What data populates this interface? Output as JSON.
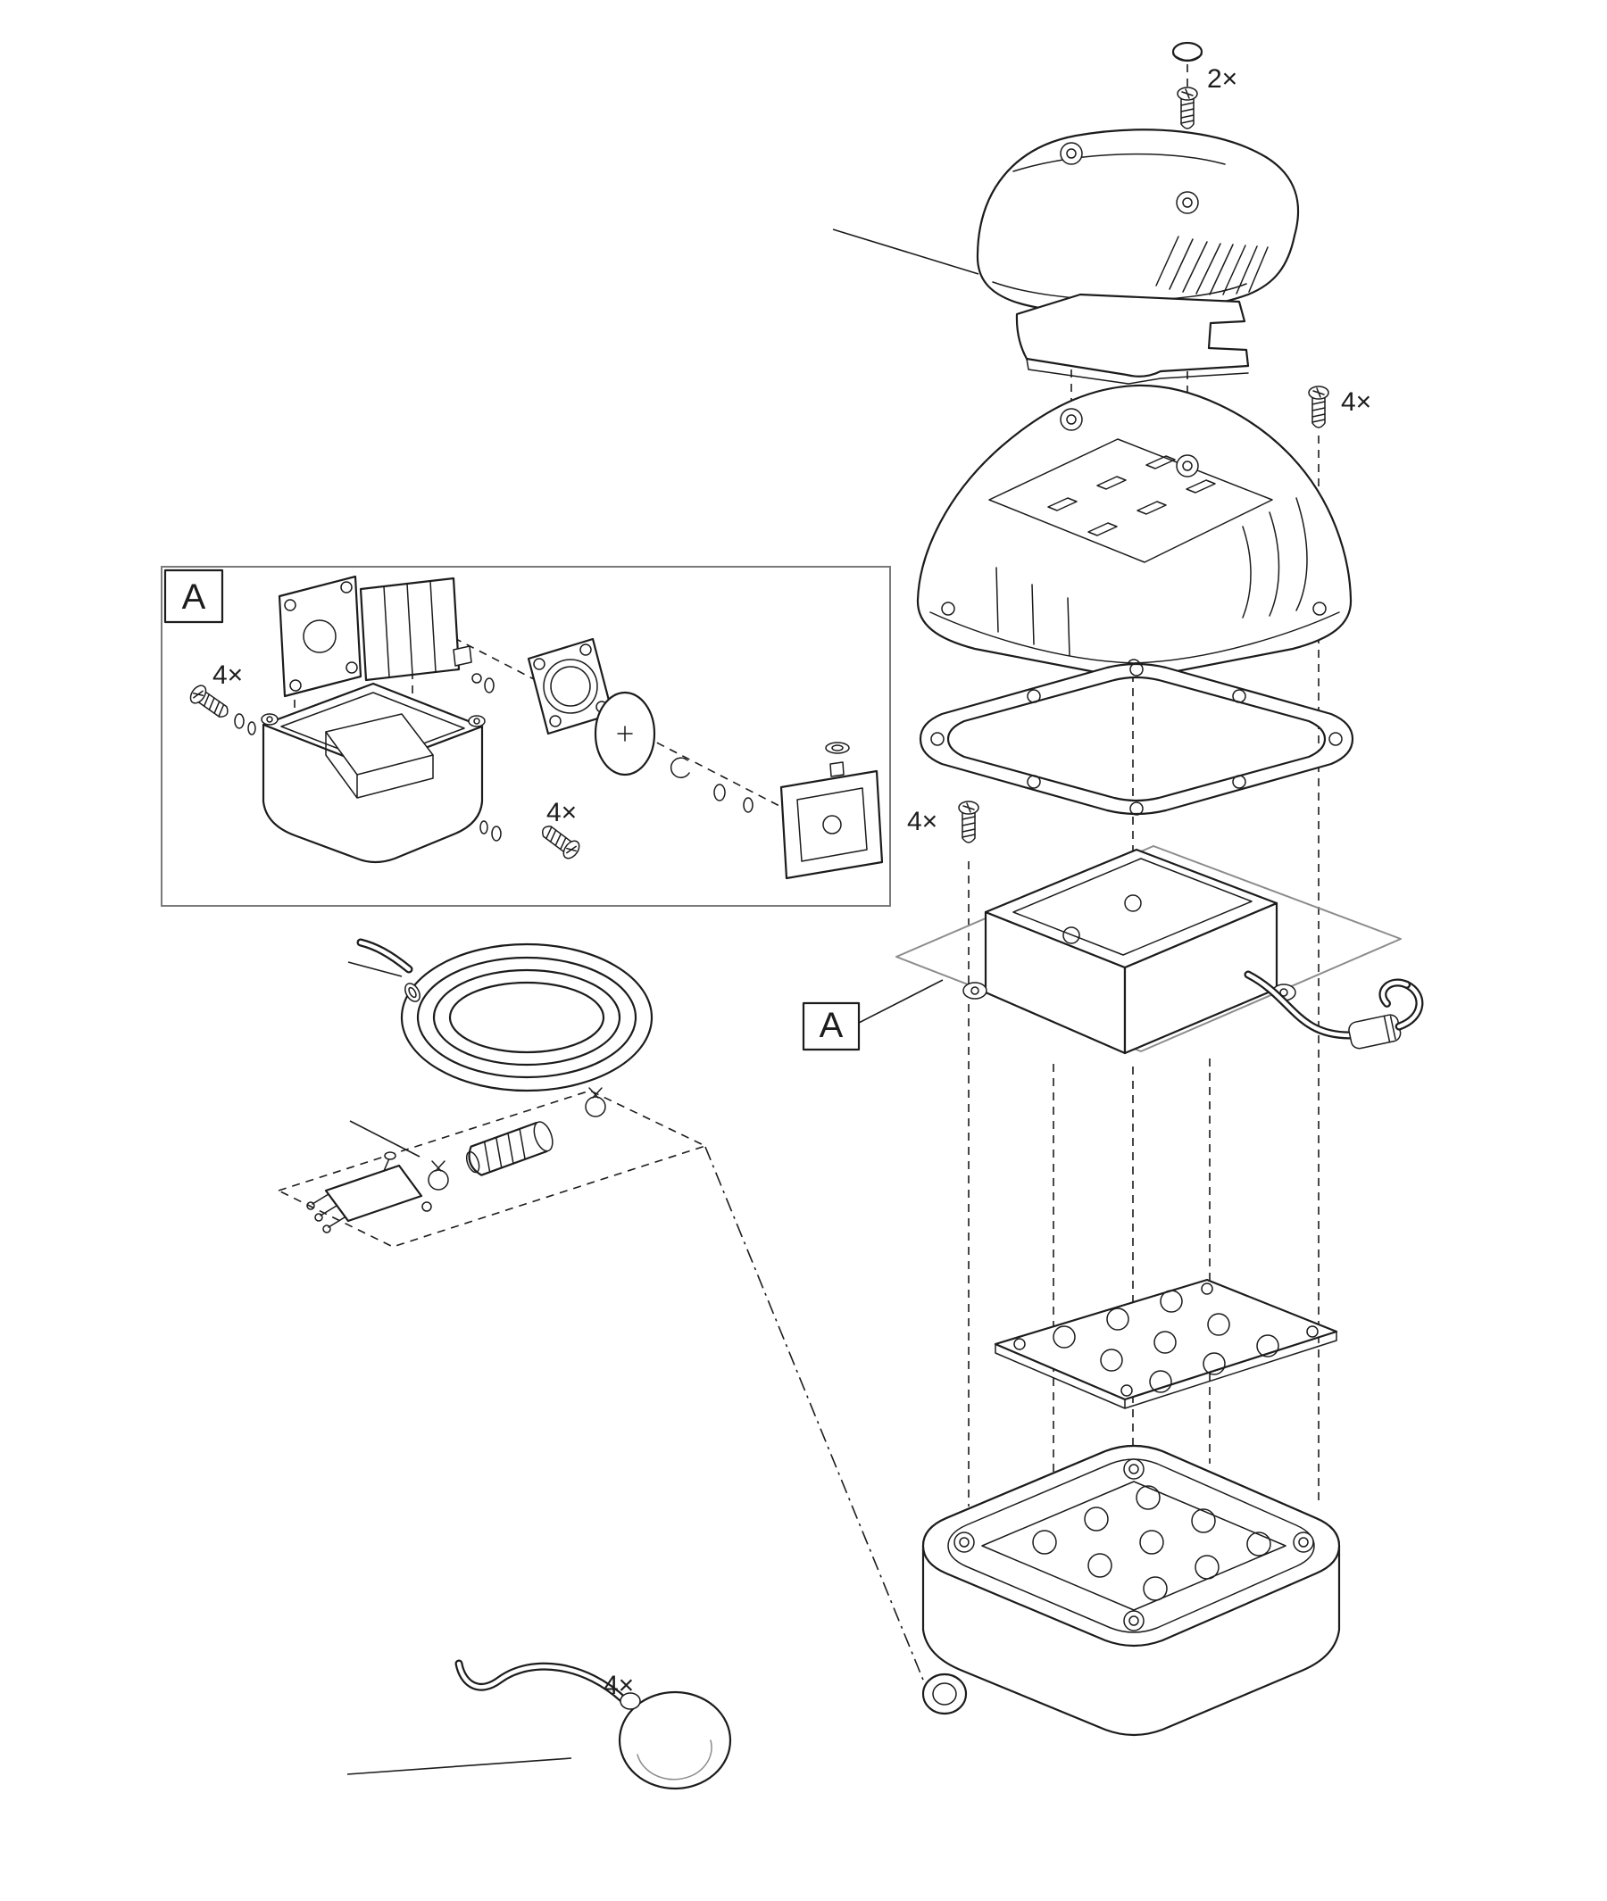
{
  "diagram": {
    "background": "#ffffff",
    "line_color": "#1c1c1c",
    "frame_color": "#7a7a7a",
    "labels": {
      "detail_callout": "A",
      "assembly_callout": "A"
    },
    "quantities": {
      "cover_screws": "2×",
      "housing_screws": "4×",
      "detail_screws_upper": "4×",
      "detail_screws_lower": "4×",
      "pump_screws": "4×",
      "float_qty": "4×"
    }
  }
}
